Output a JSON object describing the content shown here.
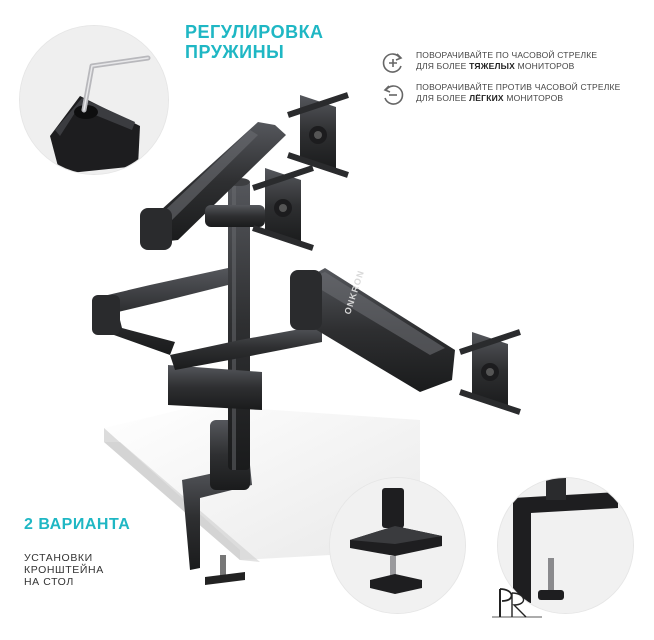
{
  "spring": {
    "title_line1": "РЕГУЛИРОВКА",
    "title_line2": "ПРУЖИНЫ"
  },
  "hints": [
    {
      "icon": "rotate-clockwise-plus-icon",
      "line1": "ПОВОРАЧИВАЙТЕ ПО ЧАСОВОЙ СТРЕЛКЕ",
      "line2_pre": "ДЛЯ БОЛЕЕ ",
      "line2_bold": "ТЯЖЕЛЫХ",
      "line2_post": " МОНИТОРОВ"
    },
    {
      "icon": "rotate-counterclockwise-minus-icon",
      "line1": "ПОВОРАЧИВАЙТЕ ПРОТИВ ЧАСОВОЙ СТРЕЛКЕ",
      "line2_pre": "ДЛЯ БОЛЕЕ ",
      "line2_bold": "ЛЁГКИХ",
      "line2_post": " МОНИТОРОВ"
    }
  ],
  "variants": {
    "title": "2 ВАРИАНТА",
    "line1": "УСТАНОВКИ",
    "line2": "КРОНШТЕЙНА",
    "line3": "НА СТОЛ"
  },
  "product": {
    "arm_brand": "ONKRON"
  },
  "colors": {
    "accent": "#1fb7c4",
    "metal": "#2e2f31",
    "metal_light": "#4a4c50",
    "desk": "#f4f4f4"
  }
}
